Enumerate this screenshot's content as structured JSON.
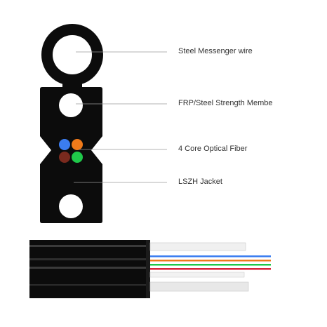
{
  "callouts": [
    {
      "label": "Steel Messenger wire"
    },
    {
      "label": "FRP/Steel Strength Membe"
    },
    {
      "label": "4 Core Optical Fiber"
    },
    {
      "label": "LSZH Jacket"
    }
  ],
  "fibers": [
    {
      "color": "#3b7df0",
      "name": "blue"
    },
    {
      "color": "#f07a1a",
      "name": "orange"
    },
    {
      "color": "#7a2a1e",
      "name": "brown"
    },
    {
      "color": "#1fc84a",
      "name": "green"
    }
  ],
  "colors": {
    "jacket": "#0c0c0c",
    "leader": "#9a9a9a",
    "steel": "#ffffff"
  }
}
